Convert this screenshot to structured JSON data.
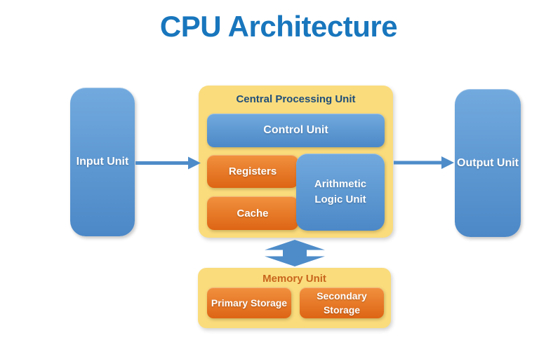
{
  "title": "CPU Architecture",
  "nodes": {
    "input": {
      "label": "Input Unit"
    },
    "output": {
      "label": "Output Unit"
    },
    "cpu": {
      "label": "Central Processing Unit",
      "control_unit": "Control Unit",
      "registers": "Registers",
      "cache": "Cache",
      "alu": "Arithmetic Logic Unit"
    },
    "memory": {
      "label": "Memory Unit",
      "primary": "Primary Storage",
      "secondary": "Secondary Storage"
    }
  },
  "connections": [
    {
      "from": "input-unit",
      "to": "cpu-container",
      "type": "arrow-right"
    },
    {
      "from": "cpu-container",
      "to": "output-unit",
      "type": "arrow-right"
    },
    {
      "from": "cpu-container",
      "to": "memory-container",
      "type": "double-arrow-vertical"
    }
  ],
  "colors": {
    "title_blue": "#1876BD",
    "node_blue_top": "#72AADE",
    "node_blue_bottom": "#4C88C7",
    "node_orange_top": "#F1913F",
    "node_orange_bottom": "#DD6514",
    "container_yellow": "#FADC7D",
    "cpu_label_navy": "#1F4E79",
    "memory_label_orange": "#C8651C",
    "arrow_blue": "#4E8CC9"
  }
}
